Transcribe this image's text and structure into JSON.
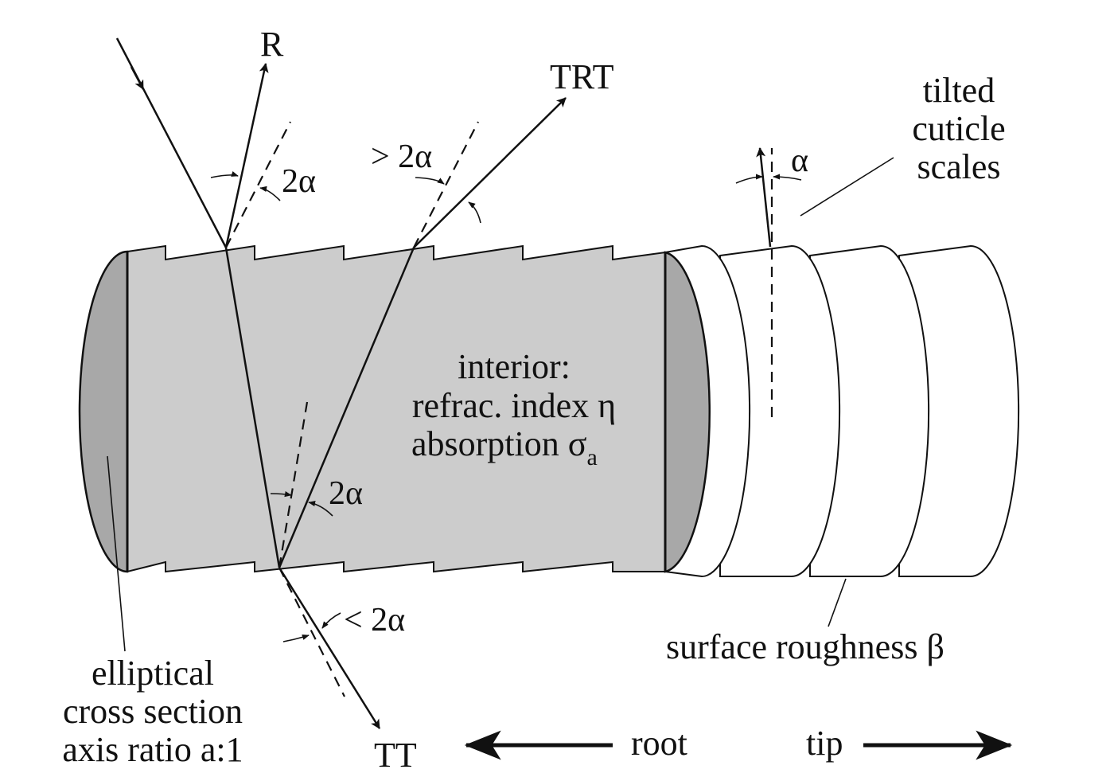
{
  "labels": {
    "ray_r": "R",
    "ray_trt": "TRT",
    "ray_tt": "TT",
    "angle_r": "2α",
    "angle_trt": "> 2α",
    "angle_inner": "2α",
    "angle_tt": "< 2α",
    "angle_scale": "α",
    "interior": [
      "interior:",
      "refrac. index η",
      "absorption σ"
    ],
    "absorption_subscript": "a",
    "scales": [
      "tilted",
      "cuticle",
      "scales"
    ],
    "cross_section": [
      "elliptical",
      "cross section",
      "axis ratio a:1"
    ],
    "roughness": "surface roughness β",
    "root": "root",
    "tip": "tip"
  },
  "colors": {
    "ink": "#111111",
    "interior_fill": "#cccccc",
    "end_cap_fill": "#a8a8a8",
    "scale_fill": "#ffffff"
  }
}
